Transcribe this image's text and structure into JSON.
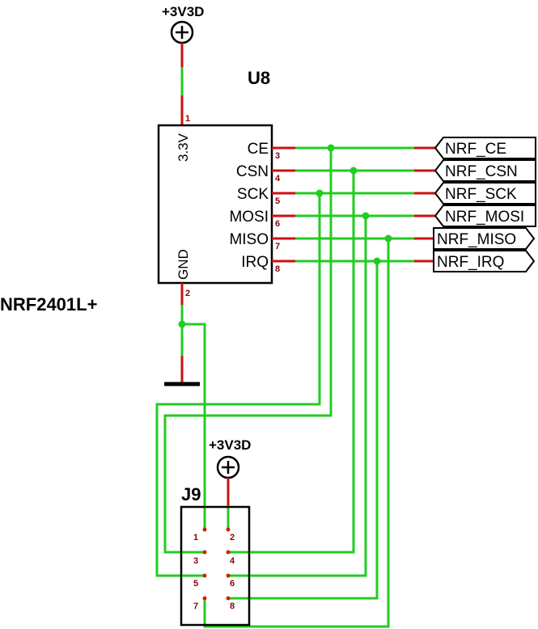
{
  "power_top": {
    "label": "+3V3D",
    "symbol": "⊕"
  },
  "power_j9": {
    "label": "+3V3D",
    "symbol": "⊕"
  },
  "u8": {
    "ref": "U8",
    "part": "NRF2401L+",
    "left_pins": [
      {
        "num": "1",
        "name": "3.3V"
      },
      {
        "num": "2",
        "name": "GND"
      }
    ],
    "right_pins": [
      {
        "num": "3",
        "name": "CE"
      },
      {
        "num": "4",
        "name": "CSN"
      },
      {
        "num": "5",
        "name": "SCK"
      },
      {
        "num": "6",
        "name": "MOSI"
      },
      {
        "num": "7",
        "name": "MISO"
      },
      {
        "num": "8",
        "name": "IRQ"
      }
    ]
  },
  "net_labels": [
    "NRF_CE",
    "NRF_CSN",
    "NRF_SCK",
    "NRF_MOSI",
    "NRF_MISO",
    "NRF_IRQ"
  ],
  "j9": {
    "ref": "J9",
    "pins": [
      "1",
      "2",
      "3",
      "4",
      "5",
      "6",
      "7",
      "8"
    ]
  },
  "colors": {
    "wire": "#22cc22",
    "pin": "#cc1111",
    "pin_number": "#8b0000"
  }
}
